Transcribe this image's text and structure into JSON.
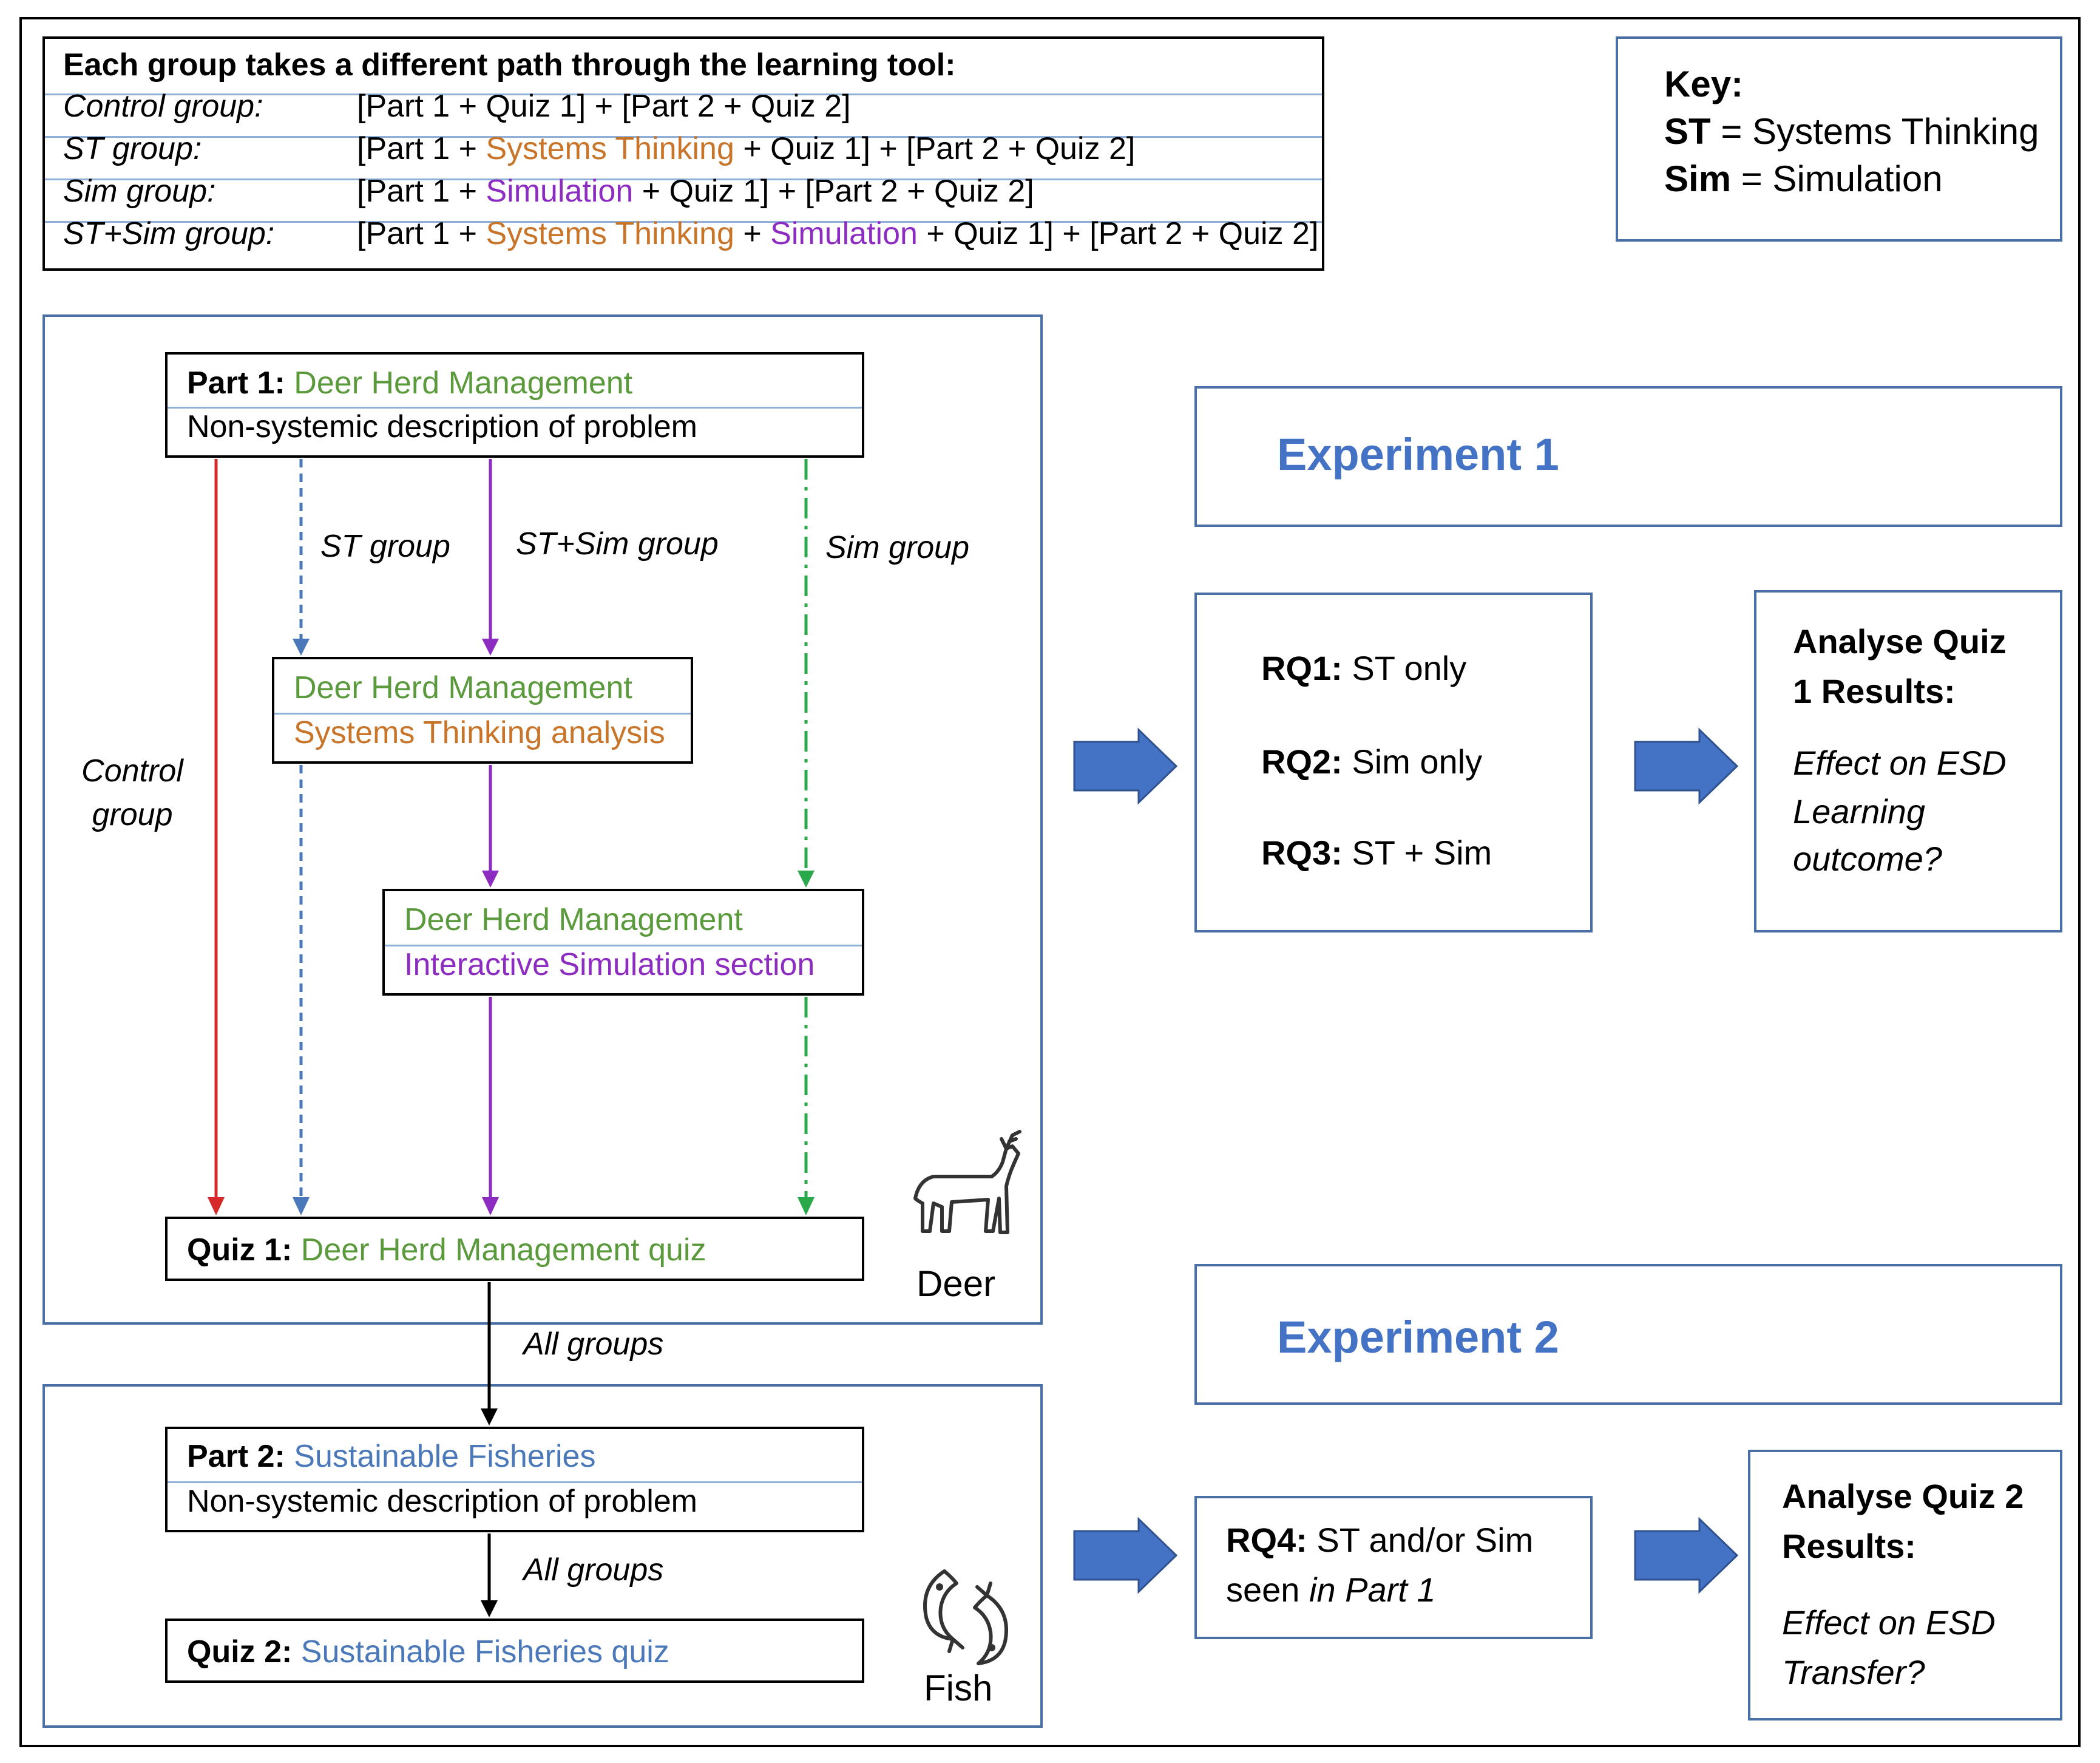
{
  "paths_table": {
    "header": "Each group takes a different path through the learning tool:",
    "rows": [
      {
        "group": "Control group:",
        "p1": "[Part 1 + Quiz 1] + [Part 2 + Quiz 2]"
      },
      {
        "group": "ST group:",
        "p1": "[Part 1 + ",
        "st": "Systems Thinking",
        "p2": " + Quiz 1] + [Part 2 + Quiz 2]"
      },
      {
        "group": "Sim group:",
        "p1": "[Part 1 + ",
        "sim": "Simulation",
        "p2": " + Quiz 1] + [Part 2 + Quiz 2]"
      },
      {
        "group": "ST+Sim group:",
        "p1": "[Part 1 + ",
        "st": "Systems Thinking",
        "plus": " + ",
        "sim": "Simulation",
        "p2": " + Quiz 1] + [Part 2 + Quiz 2]"
      }
    ]
  },
  "key": {
    "title": "Key:",
    "items": [
      {
        "abbr": "ST",
        "eq": " = Systems Thinking"
      },
      {
        "abbr": "Sim",
        "eq": " = Simulation"
      }
    ]
  },
  "part1": {
    "label": "Part 1:",
    "title": "Deer Herd Management",
    "desc": "Non-systemic description of problem"
  },
  "st_box": {
    "title": "Deer Herd Management",
    "sub": "Systems Thinking analysis"
  },
  "sim_box": {
    "title": "Deer Herd Management",
    "sub": "Interactive Simulation section"
  },
  "quiz1": {
    "label": "Quiz 1:",
    "title": "Deer Herd Management quiz"
  },
  "part2": {
    "label": "Part 2:",
    "title": "Sustainable Fisheries",
    "desc": "Non-systemic description of problem"
  },
  "quiz2": {
    "label": "Quiz 2:",
    "title": "Sustainable Fisheries quiz"
  },
  "flow_labels": {
    "st_group": "ST group",
    "stsim_group": "ST+Sim group",
    "sim_group": "Sim group",
    "control_line1": "Control",
    "control_line2": "group",
    "all_groups_1": "All groups",
    "all_groups_2": "All groups"
  },
  "deer_caption": "Deer",
  "fish_caption": "Fish",
  "experiment1": {
    "title": "Experiment 1",
    "rq": [
      {
        "label": "RQ1:",
        "text": " ST only"
      },
      {
        "label": "RQ2:",
        "text": " Sim only"
      },
      {
        "label": "RQ3:",
        "text": " ST + Sim"
      }
    ],
    "result_line1": "Analyse Quiz",
    "result_line2": "1 Results:",
    "effect_line1": "Effect on ESD",
    "effect_line2": "Learning",
    "effect_line3": "outcome?"
  },
  "experiment2": {
    "title": "Experiment 2",
    "rq_label": "RQ4:",
    "rq_text1": " ST and/or Sim",
    "rq_text2a": "seen ",
    "rq_text2b": "in Part 1",
    "result_line1": "Analyse Quiz 2",
    "result_line2": "Results:",
    "effect_line1": "Effect on ESD",
    "effect_line2": "Transfer?"
  },
  "icons": {
    "deer": "deer-icon",
    "fish": "fish-icon",
    "arrow": "right-arrow-icon"
  },
  "colors": {
    "control": "#d62a2a",
    "st": "#4a78b8",
    "stsim": "#8d2cc0",
    "sim": "#2aa84a",
    "deer_topic": "#5b9a3c",
    "systems_thinking": "#c8752a",
    "simulation": "#8d2cc0",
    "fisheries_topic": "#4a78b8",
    "experiment_title": "#4472c4",
    "block_arrow": "#4472c4"
  }
}
